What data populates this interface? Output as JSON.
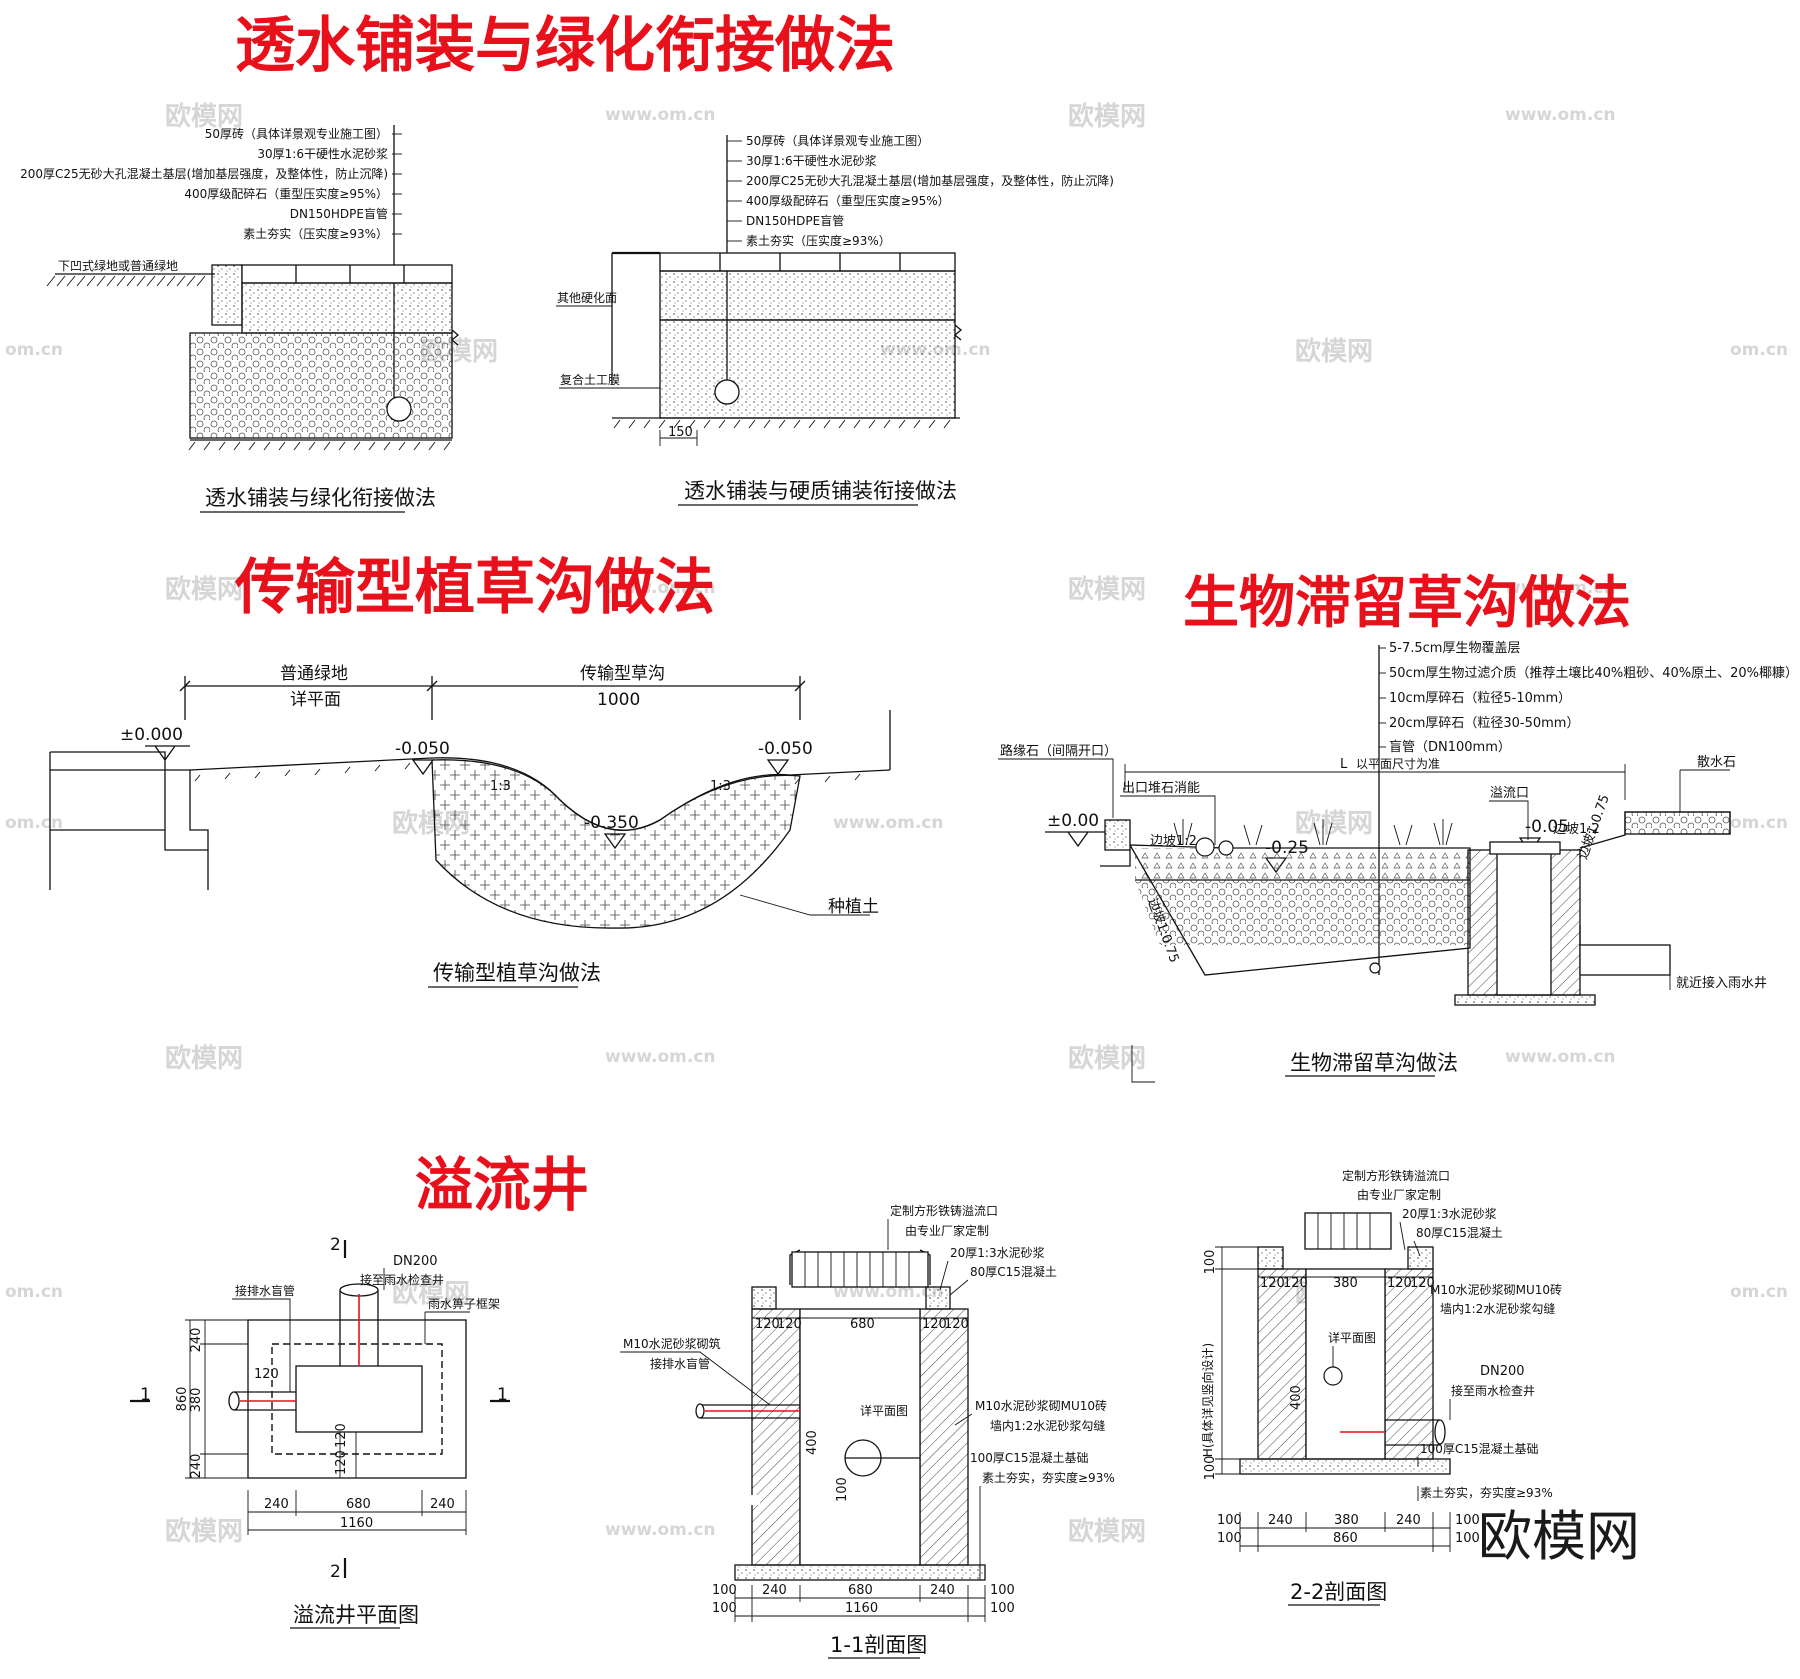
{
  "titles": {
    "t1": "透水铺装与绿化衔接做法",
    "t2": "传输型植草沟做法",
    "t3": "生物滞留草沟做法",
    "t4": "溢流井"
  },
  "brand": "欧模网",
  "watermarks": {
    "logo": "欧模网",
    "url": "www.om.cn",
    "url_short": "om.cn"
  },
  "colors": {
    "title_red": "#e8101a",
    "line": "#111111"
  },
  "panel_a": {
    "notes": [
      "50厚砖（具体详景观专业施工图）",
      "30厚1:6干硬性水泥砂浆",
      "200厚C25无砂大孔混凝土基层(增加基层强度，及整体性，防止沉降)",
      "400厚级配碎石（重型压实度≥95%）",
      "DN150HDPE盲管",
      "素土夯实（压实度≥93%）"
    ],
    "side_label": "下凹式绿地或普通绿地",
    "caption": "透水铺装与绿化衔接做法"
  },
  "panel_b": {
    "notes": [
      "50厚砖（具体详景观专业施工图）",
      "30厚1:6干硬性水泥砂浆",
      "200厚C25无砂大孔混凝土基层(增加基层强度，及整体性，防止沉降)",
      "400厚级配碎石（重型压实度≥95%）",
      "DN150HDPE盲管",
      "素土夯实（压实度≥93%）"
    ],
    "label_top": "其他硬化面",
    "label_mid": "复合土工膜",
    "dim": "150",
    "caption": "透水铺装与硬质铺装衔接做法"
  },
  "panel_c": {
    "dim_labels_top": [
      "普通绿地",
      "传输型草沟"
    ],
    "dim_labels_bottom": [
      "详平面",
      "1000"
    ],
    "levels": [
      "±0.000",
      "-0.050",
      "-0.350",
      "-0.050"
    ],
    "slopes": [
      "1:3",
      "1:3"
    ],
    "soil_label": "种植土",
    "caption": "传输型植草沟做法"
  },
  "panel_d": {
    "notes": [
      "5-7.5cm厚生物覆盖层",
      "50cm厚生物过滤介质（推荐土壤比40%粗砂、40%原土、20%椰糠）",
      "10cm厚碎石（粒径5-10mm）",
      "20cm厚碎石（粒径30-50mm）",
      "盲管（DN100mm）"
    ],
    "curb_label": "路缘石（间隔开口）",
    "right_label": "散水石",
    "dim_l": "L",
    "dim_l_note": "以平面尺寸为准",
    "outlet_label": "出口堆石消能",
    "overflow_label": "溢流口",
    "levels": [
      "±0.00",
      "-0.25",
      "-0.05"
    ],
    "slopes": [
      "边坡1:2",
      "边坡1:2",
      "边坡1:0.75",
      "边坡1:0.75"
    ],
    "pipe_label": "就近接入雨水井",
    "caption": "生物滞留草沟做法"
  },
  "panel_e": {
    "section_marks": [
      "1",
      "1",
      "2",
      "2"
    ],
    "labels": [
      "DN200",
      "接至雨水检查井",
      "接排水盲管",
      "雨水箅子框架"
    ],
    "dims_v": [
      "240",
      "380",
      "240",
      "860"
    ],
    "dims_h": [
      "240",
      "680",
      "240",
      "1160"
    ],
    "inner_dims": [
      "120",
      "120",
      "120"
    ],
    "caption": "溢流井平面图"
  },
  "panel_f": {
    "labels": [
      "定制方形铁铸溢流口",
      "由专业厂家定制",
      "20厚1:3水泥砂浆",
      "80厚C15混凝土",
      "M10水泥砂浆砌筑",
      "接排水盲管",
      "详平面图",
      "M10水泥砂浆砌MU10砖",
      "墙内1:2水泥砂浆勾缝",
      "100厚C15混凝土基础",
      "素土夯实，夯实度≥93%"
    ],
    "dims_top": [
      "120",
      "120",
      "680",
      "120",
      "120"
    ],
    "dim_v": [
      "400",
      "100"
    ],
    "dims_bottom_1": [
      "240",
      "680",
      "240"
    ],
    "dims_bottom_2": [
      "1160"
    ],
    "edge_dims": [
      "100",
      "100",
      "100",
      "100"
    ],
    "caption": "1-1剖面图"
  },
  "panel_g": {
    "labels": [
      "定制方形铁铸溢流口",
      "由专业厂家定制",
      "20厚1:3水泥砂浆",
      "80厚C15混凝土",
      "M10水泥砂浆砌MU10砖",
      "墙内1:2水泥砂浆勾缝",
      "详平面图",
      "DN200",
      "接至雨水检查井",
      "100厚C15混凝土基础",
      "素土夯实，夯实度≥93%",
      "H(具体详见竖向设计)"
    ],
    "dims_top": [
      "120",
      "120",
      "380",
      "120",
      "120"
    ],
    "dim_v": [
      "100",
      "400",
      "100"
    ],
    "dims_bottom_1": [
      "240",
      "380",
      "240"
    ],
    "dims_bottom_2": [
      "860"
    ],
    "edge_dims": [
      "100",
      "100",
      "100",
      "100"
    ],
    "caption": "2-2剖面图"
  }
}
